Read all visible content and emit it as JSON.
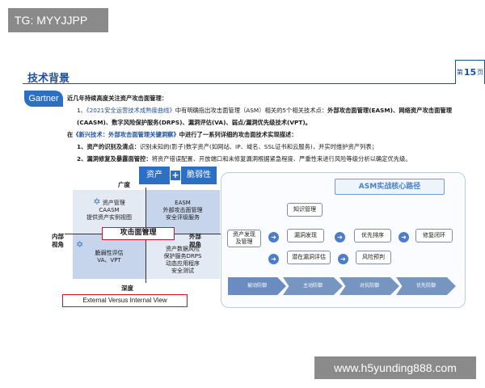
{
  "watermark_top": "TG: MYYJJPP",
  "watermark_bottom": "www.h5yunding888.com",
  "header": {
    "title": "技术背景",
    "page_prefix": "第",
    "page_number": "15",
    "page_suffix": "页"
  },
  "gartner_label": "Gartner",
  "body": {
    "heading": "近几年持续高度关注资产攻击面管理：",
    "p1_prefix": "1、",
    "p1_link": "《2021安全运营技术成熟度曲线》",
    "p1_mid": "中有明确指出攻击面管理（ASM）相关的5个相关技术点：",
    "p1_bold": "外部攻击面管理(EASM)、网络资产攻击面管理(CAASM)、数字风险保护服务(DRPS)、漏洞评估(VA)、弱点/漏洞优先级技术(VPT)。",
    "p2_prefix": "在",
    "p2_link": "《新兴技术：外部攻击面管理关键洞察》",
    "p2_rest": "中进行了一系列详细的攻击面技术实现描述：",
    "li1_bold": "1、资产的识别及清点：",
    "li1_text": "识别未知的(影子)数字资产(如网站、IP、域名、SSL证书和云服务)，并实时维护资产列表；",
    "li2_bold": "2、漏洞修复及暴露面管控：",
    "li2_text": "将资产错误配置、开放端口和未修复漏洞根据紧急程度、严重性来进行风险等级分析以确定优先级。"
  },
  "quadrant": {
    "title_left": "资产",
    "plus": "+",
    "title_right": "脆弱性",
    "top_label": "广度",
    "bottom_label": "深度",
    "left_label_1": "内部",
    "left_label_2": "视角",
    "right_label_1": "外部",
    "right_label_2": "视角",
    "center": "攻击面管理",
    "tl": [
      "资产管理",
      "CAASM",
      "提供资产实例视图"
    ],
    "tr": [
      "EASM",
      "外部攻击面管理",
      "安全评级服务"
    ],
    "bl": [
      "脆弱性评估",
      "VA、VPT"
    ],
    "br": [
      "资产数据风险",
      "保护服务DRPS",
      "动态应用程序",
      "安全测试"
    ],
    "caption": "External Versus Internal View"
  },
  "asm": {
    "title": "ASM实战核心路径",
    "nodes": {
      "intel": "知识管理",
      "discover_1": "资产发现",
      "discover_2": "及管理",
      "vuln_discover": "漏洞发现",
      "priority": "优先排序",
      "fix": "修复闭环",
      "latent": "潜在漏洞评估",
      "risk": "风险预判"
    },
    "chevrons": [
      "被动防御",
      "主动防御",
      "对抗防御",
      "优先防御"
    ]
  },
  "colors": {
    "accent": "#1c4f9c",
    "primary_blue": "#2d6fc2",
    "red_border": "#dd1122"
  }
}
